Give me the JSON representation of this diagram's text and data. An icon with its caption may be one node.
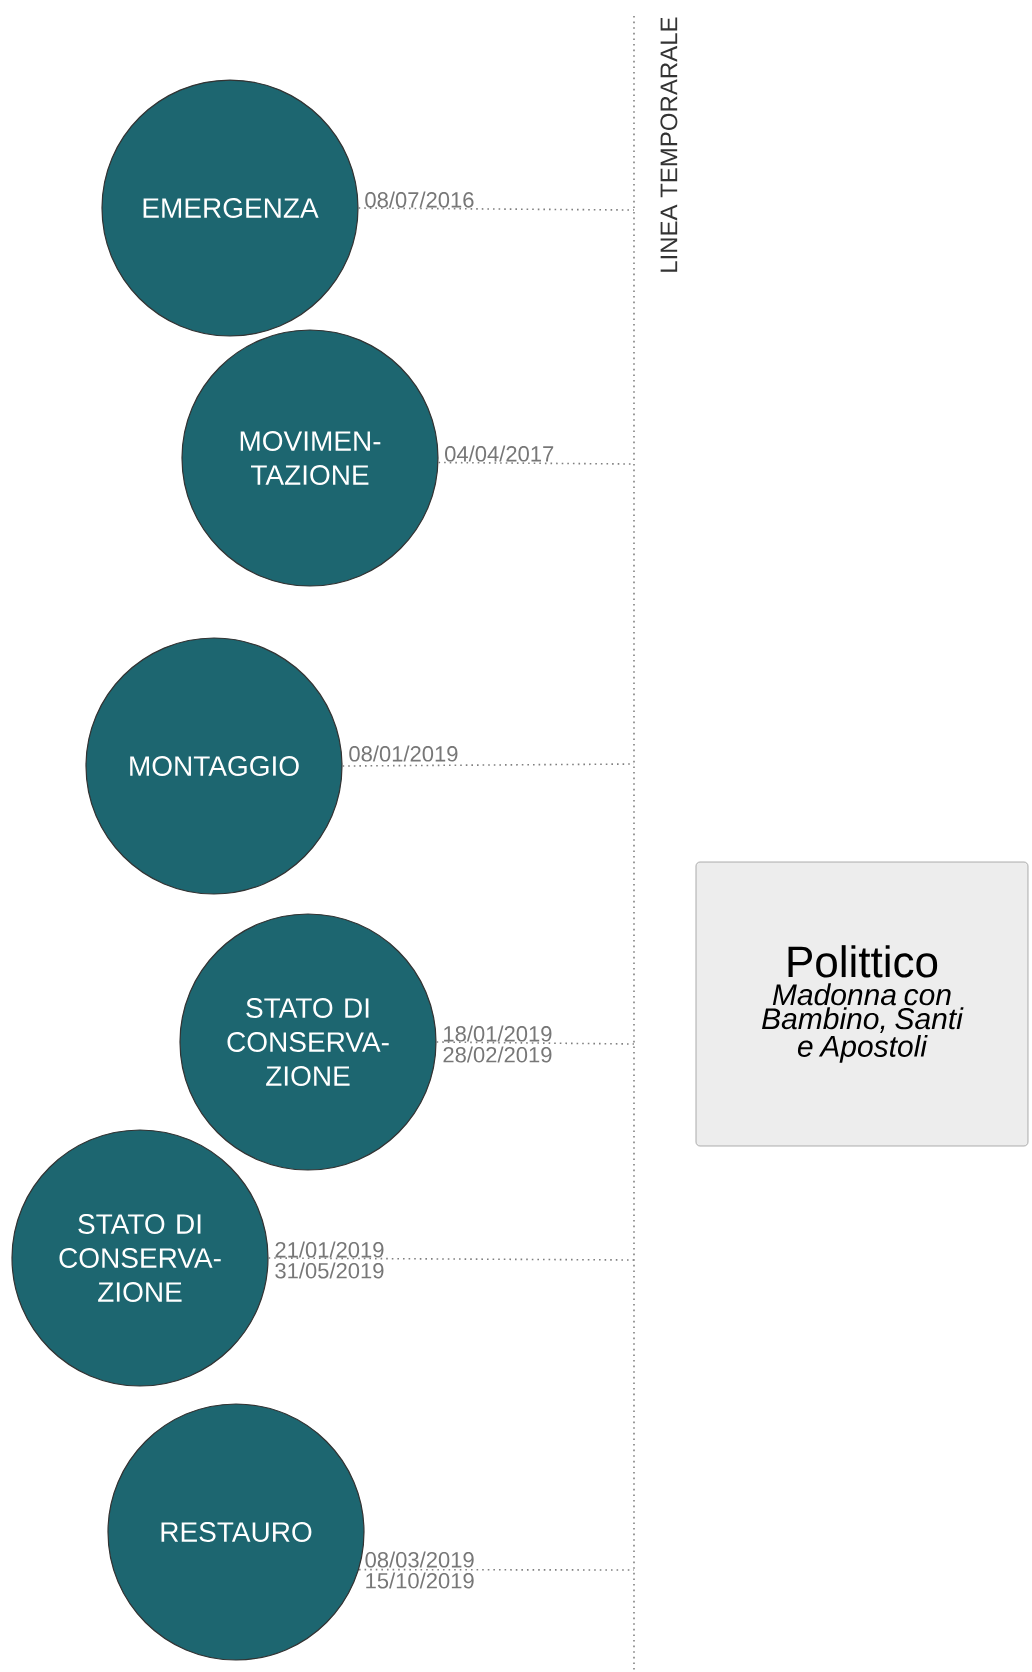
{
  "diagram": {
    "nodes": [
      {
        "text": [
          "EMERGENZA"
        ],
        "beside": [
          "08/07/2016"
        ]
      },
      {
        "text": [
          "MOVIMEN- TAZIONE"
        ],
        "beside": [
          "04/04/2017"
        ]
      },
      {
        "text": [
          "MONTAGGIO"
        ],
        "beside": [
          "08/01/2019"
        ]
      },
      {
        "text": [
          "STATO DI CONSERVA- ZIONE"
        ],
        "beside": [
          "18/01/2019",
          "28/02/2019"
        ]
      },
      {
        "text": [
          "STATO DI CONSERVA- ZIONE"
        ],
        "beside": [
          "21/01/2019",
          "31/05/2019"
        ]
      },
      {
        "text": [
          "RESTAURO"
        ],
        "beside": [
          "08/03/2019",
          "15/10/2019"
        ]
      },
      {
        "text": [
          "Polittico",
          "Madonna con Bambino, Santi e Apostoli"
        ]
      }
    ],
    "edges": [
      {
        "from": 0,
        "to": null,
        "arrow": "none"
      },
      {
        "from": 1,
        "to": null,
        "arrow": "none"
      },
      {
        "from": 2,
        "to": null,
        "arrow": "none"
      },
      {
        "from": 3,
        "to": null,
        "arrow": "none"
      },
      {
        "from": 4,
        "to": null,
        "arrow": "none"
      },
      {
        "from": 5,
        "to": null,
        "arrow": "none"
      }
    ],
    "labels": [
      "LINEA TEMPORARALE"
    ]
  }
}
